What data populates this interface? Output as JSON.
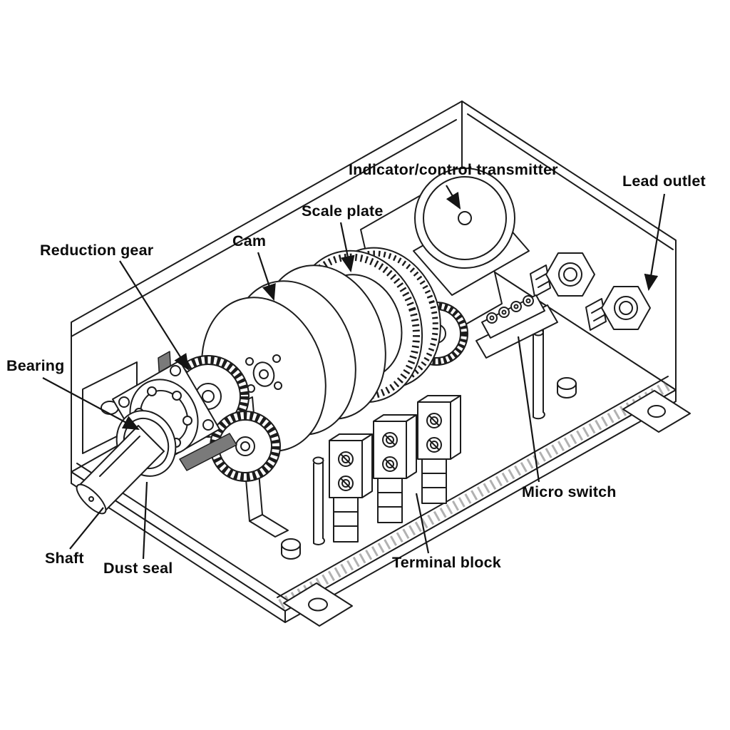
{
  "figure": {
    "colors": {
      "line": "#1c1c1c",
      "background": "#ffffff",
      "label_text": "#0a0a0a",
      "section_dark": "#7a7a7a"
    },
    "labels": {
      "indicator": "Indicator/control transmitter",
      "lead_outlet": "Lead outlet",
      "scale_plate": "Scale plate",
      "cam": "Cam",
      "reduction_gear": "Reduction gear",
      "bearing": "Bearing",
      "shaft": "Shaft",
      "dust_seal": "Dust seal",
      "terminal_block": "Terminal block",
      "micro_switch": "Micro switch"
    }
  }
}
